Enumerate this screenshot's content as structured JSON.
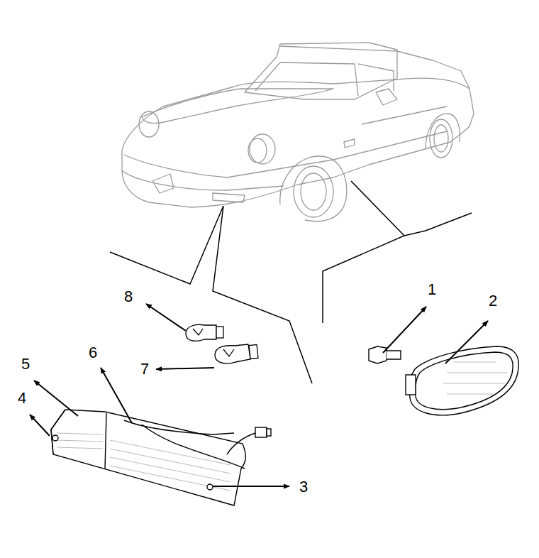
{
  "diagram": {
    "labels": [
      "1",
      "2",
      "8",
      "6",
      "5",
      "4",
      "7",
      "3"
    ]
  }
}
